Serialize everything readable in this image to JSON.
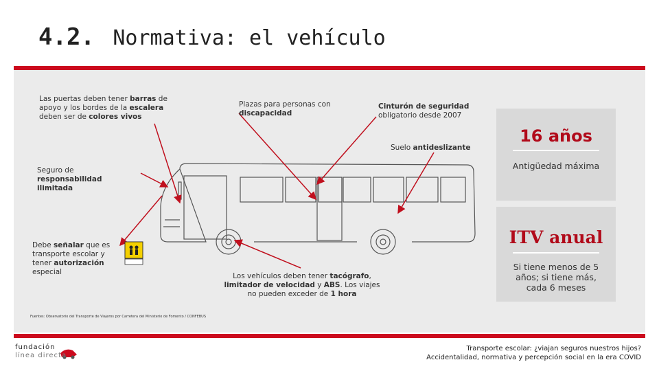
{
  "title": {
    "number": "4.2.",
    "text": "Normativa: el vehículo"
  },
  "notes": {
    "doors": {
      "pre": "Las puertas deben tener ",
      "b1": "barras",
      "mid1": " de apoyo y los bordes de la ",
      "b2": "escalera",
      "mid2": " deben ser de ",
      "b3": "colores vivos"
    },
    "seats": {
      "pre": "Plazas para personas con ",
      "b1": "discapacidad"
    },
    "belt": {
      "b1": "Cinturón de seguridad",
      "post": " obligatorio desde 2007"
    },
    "floor": {
      "pre": "Suelo ",
      "b1": "antideslizante"
    },
    "insurance": {
      "pre": "Seguro de ",
      "b1": "responsabilidad ilimitada"
    },
    "signal": {
      "pre": "Debe ",
      "b1": "señalar",
      "mid1": " que es transporte escolar y tener ",
      "b2": "autorización",
      "post": " especial"
    },
    "tachograph": {
      "pre": "Los vehículos deben tener ",
      "b1": "tacógrafo",
      "mid1": ", ",
      "b2": "limitador de velocidad",
      "mid2": " y ",
      "b3": "ABS",
      "mid3": ". Los viajes no pueden exceder de ",
      "b4": "1 hora"
    }
  },
  "cards": [
    {
      "big": "16 años",
      "sub": "Antigüedad máxima"
    },
    {
      "big": "ITV anual",
      "sub": "Si tiene menos de 5 años; si tiene más, cada 6 meses"
    }
  ],
  "source": "Fuentes: Observatorio del Transporte de Viajeros por Carretera del Ministerio de Fomento / CONFEBUS",
  "logo": {
    "line1": "fundación",
    "line2": "línea directa"
  },
  "footer": {
    "line1": "Transporte escolar: ¿viajan seguros nuestros hijos?",
    "line2": "Accidentalidad, normativa y percepción social en la era COVID"
  },
  "colors": {
    "accent": "#cc0a1e",
    "panel": "#ebebeb",
    "card": "#d9d9d9",
    "card_text": "#b10a1a",
    "arrow": "#c0101e"
  },
  "icons": [
    "school-bus-sign-icon",
    "fundacion-logo-icon"
  ]
}
